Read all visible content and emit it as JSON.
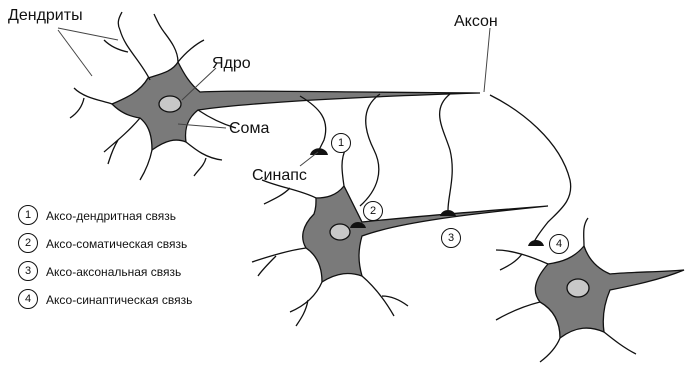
{
  "labels": {
    "dendrites": "Дендриты",
    "nucleus": "Ядро",
    "axon": "Аксон",
    "soma": "Сома",
    "synapse": "Синапс"
  },
  "markers": [
    "1",
    "2",
    "3",
    "4"
  ],
  "legend": [
    {
      "num": "1",
      "text": "Аксо-дендритная связь"
    },
    {
      "num": "2",
      "text": "Аксо-соматическая связь"
    },
    {
      "num": "3",
      "text": "Аксо-аксональная связь"
    },
    {
      "num": "4",
      "text": "Аксо-синаптическая связь"
    }
  ],
  "colors": {
    "cell_fill": "#7a7a7a",
    "nucleus_fill": "#c8c8c8",
    "line": "#111111"
  }
}
